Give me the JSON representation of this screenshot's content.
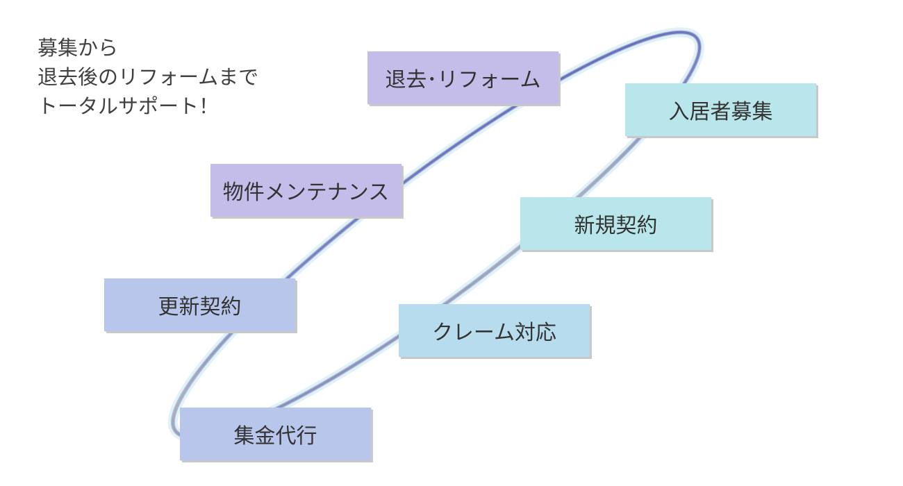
{
  "intro": {
    "line1": "募集から",
    "line2": "退去後のリフォームまで",
    "line3": "トータルサポート！"
  },
  "stages": {
    "retirement": "退去･リフォーム",
    "recruitment": "入居者募集",
    "new_contract": "新規契約",
    "claims": "クレーム対応",
    "collection": "集金代行",
    "renewal": "更新契約",
    "maintenance": "物件メンテナンス"
  },
  "colors": {
    "purple": "#c4bdea",
    "teal": "#b9e6ea",
    "light_blue": "#b6dced",
    "periwinkle": "#b7c6ea",
    "ring_dark": "#6e78c8",
    "ring_light": "#cfe9f4"
  }
}
